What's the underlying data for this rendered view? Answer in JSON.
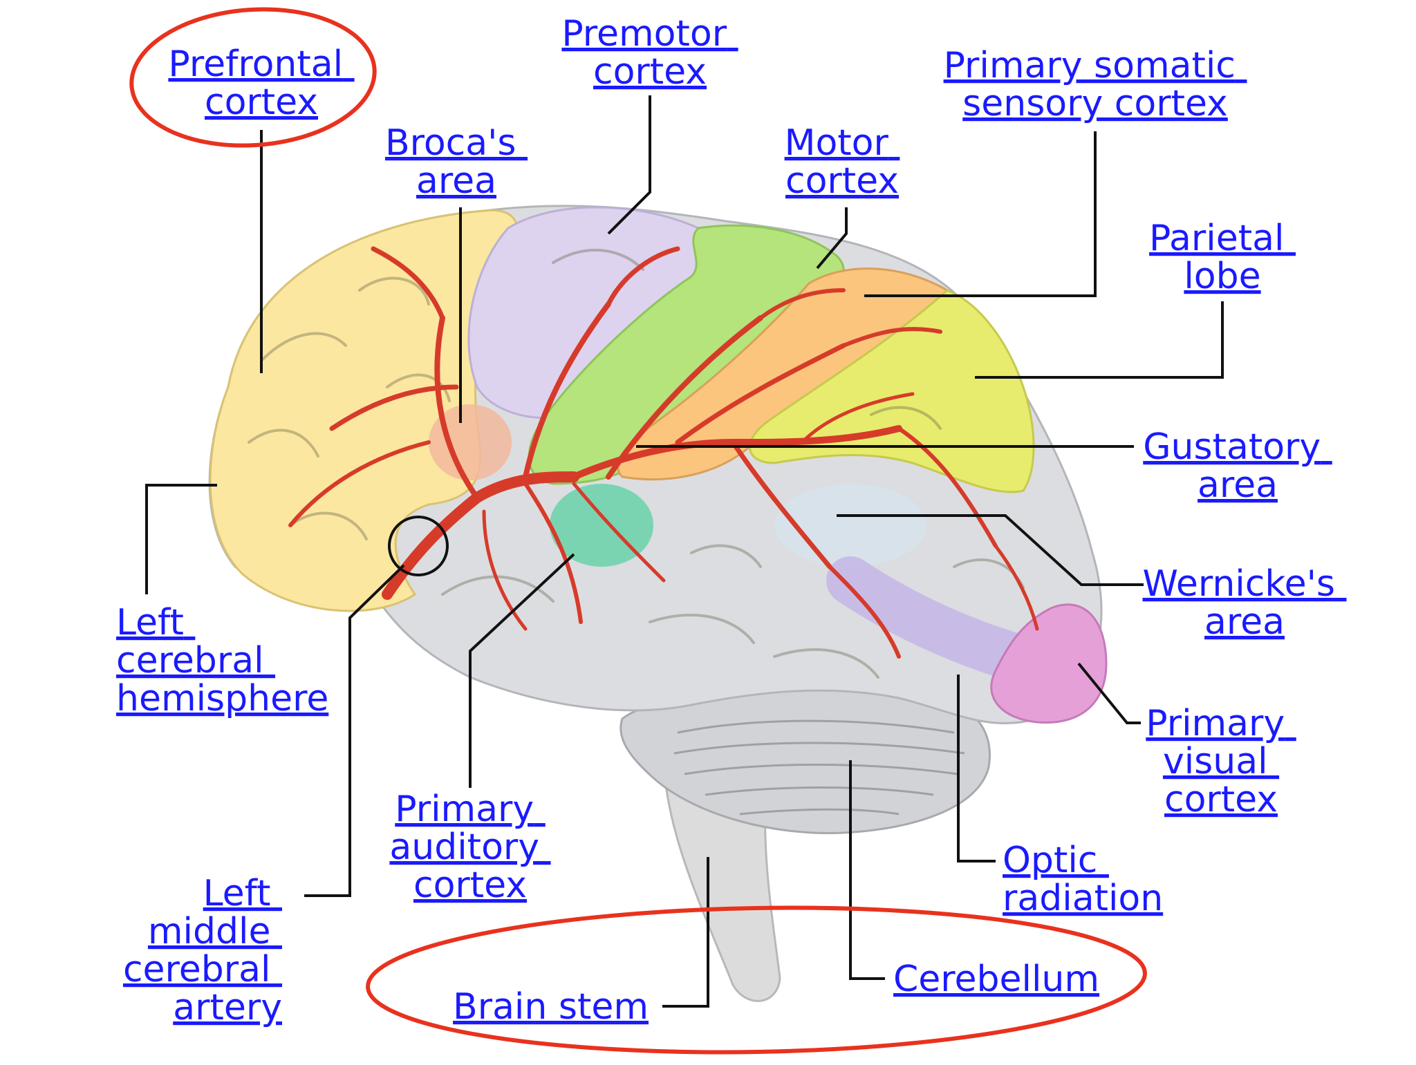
{
  "labels": {
    "prefrontal_cortex": [
      "Prefrontal",
      "cortex"
    ],
    "premotor_cortex": [
      "Premotor",
      "cortex"
    ],
    "primary_somatic_sensory_cortex": [
      "Primary somatic",
      "sensory cortex"
    ],
    "brocas_area": [
      "Broca's",
      "area"
    ],
    "motor_cortex": [
      "Motor",
      "cortex"
    ],
    "parietal_lobe": [
      "Parietal",
      "lobe"
    ],
    "gustatory_area": [
      "Gustatory",
      "area"
    ],
    "wernickes_area": [
      "Wernicke's",
      "area"
    ],
    "left_cerebral_hemisphere": [
      "Left",
      "cerebral",
      "hemisphere"
    ],
    "primary_visual_cortex": [
      "Primary",
      "visual",
      "cortex"
    ],
    "primary_auditory_cortex": [
      "Primary",
      "auditory",
      "cortex"
    ],
    "optic_radiation": [
      "Optic",
      "radiation"
    ],
    "left_middle_cerebral_artery": [
      "Left",
      "middle",
      "cerebral",
      "artery"
    ],
    "cerebellum": [
      "Cerebellum"
    ],
    "brain_stem": [
      "Brain stem"
    ]
  },
  "highlighted": [
    "prefrontal_cortex",
    "brain_stem",
    "cerebellum"
  ],
  "colors": {
    "link_text": "#1a1aff",
    "leader_line": "#111111",
    "highlight_ring": "#e8321e",
    "vessels": "#d63b2a",
    "frontal": "#fbe7a0",
    "premotor": "#ddd3ef",
    "motor": "#b5e37c",
    "somatosensory": "#fbc57e",
    "parietal": "#e7ec6e",
    "temporal": "#dcdde0",
    "auditory": "#6fd3ad",
    "broca": "#f2b89c",
    "optic_radiation": "#c4b6e8",
    "visual": "#e6a0d8",
    "cerebellum": "#d2d3d6",
    "brainstem": "#dcdcdc"
  }
}
